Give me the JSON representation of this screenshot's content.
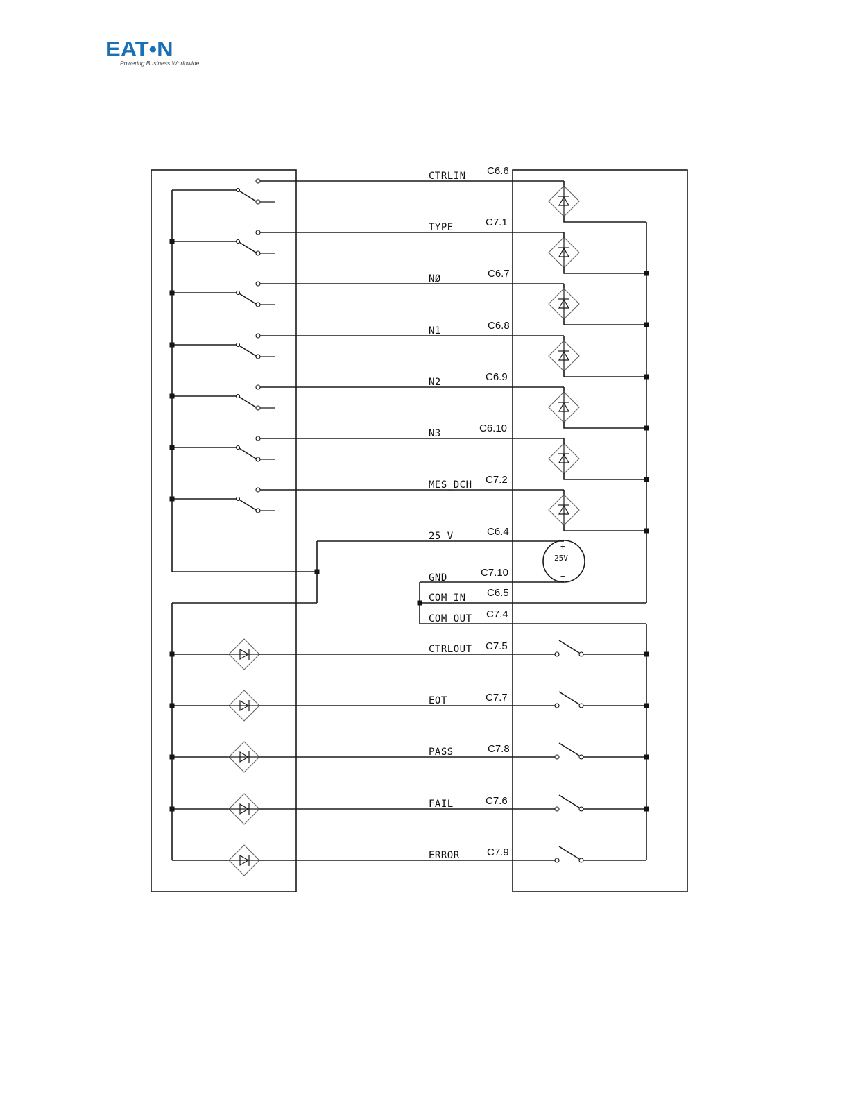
{
  "logo": {
    "word": "EAT•N",
    "tagline": "Powering Business Worldwide"
  },
  "inputs": [
    {
      "signal": "CTRLIN",
      "pin": "C6.6"
    },
    {
      "signal": "TYPE",
      "pin": "C7.1"
    },
    {
      "signal": "NØ",
      "pin": "C6.7"
    },
    {
      "signal": "N1",
      "pin": "C6.8"
    },
    {
      "signal": "N2",
      "pin": "C6.9"
    },
    {
      "signal": "N3",
      "pin": "C6.10"
    },
    {
      "signal": "MES_DCH",
      "pin": "C7.2"
    }
  ],
  "supply": [
    {
      "signal": "25 V",
      "pin": "C6.4"
    },
    {
      "signal": "GND",
      "pin": "C7.10"
    },
    {
      "signal": "COM_IN",
      "pin": "C6.5"
    },
    {
      "signal": "COM_OUT",
      "pin": "C7.4"
    }
  ],
  "source": {
    "label": "25V",
    "plus": "+",
    "minus": "−"
  },
  "outputs": [
    {
      "signal": "CTRLOUT",
      "pin": "C7.5"
    },
    {
      "signal": "EOT",
      "pin": "C7.7"
    },
    {
      "signal": "PASS",
      "pin": "C7.8"
    },
    {
      "signal": "FAIL",
      "pin": "C7.6"
    },
    {
      "signal": "ERROR",
      "pin": "C7.9"
    }
  ],
  "colors": {
    "brand": "#1a6fb5",
    "line": "#1a1a1a"
  }
}
